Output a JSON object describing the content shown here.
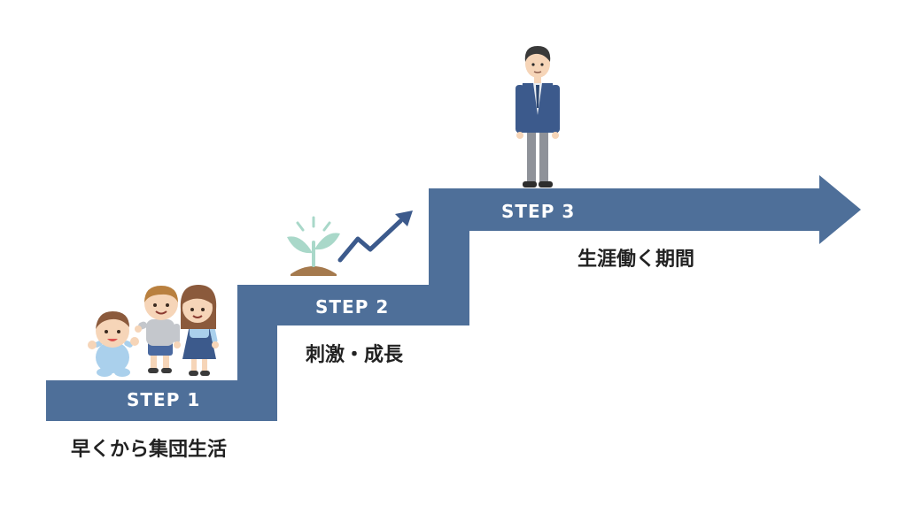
{
  "colors": {
    "stair": "#4e6f99",
    "navy": "#3c5a8c",
    "sprout": "#a9d8c9",
    "soil": "#a57a4e",
    "skin": "#f6d5b8",
    "hair_brown": "#8b5a3c",
    "hair_dark": "#3a3a3a"
  },
  "steps": [
    {
      "label": "STEP 1",
      "caption": "早くから集団生活",
      "icon": "children-icon"
    },
    {
      "label": "STEP 2",
      "caption": "刺激・成長",
      "icon": "sprout-growth-icon"
    },
    {
      "label": "STEP 3",
      "caption": "生涯働く期間",
      "icon": "businessman-icon"
    }
  ]
}
